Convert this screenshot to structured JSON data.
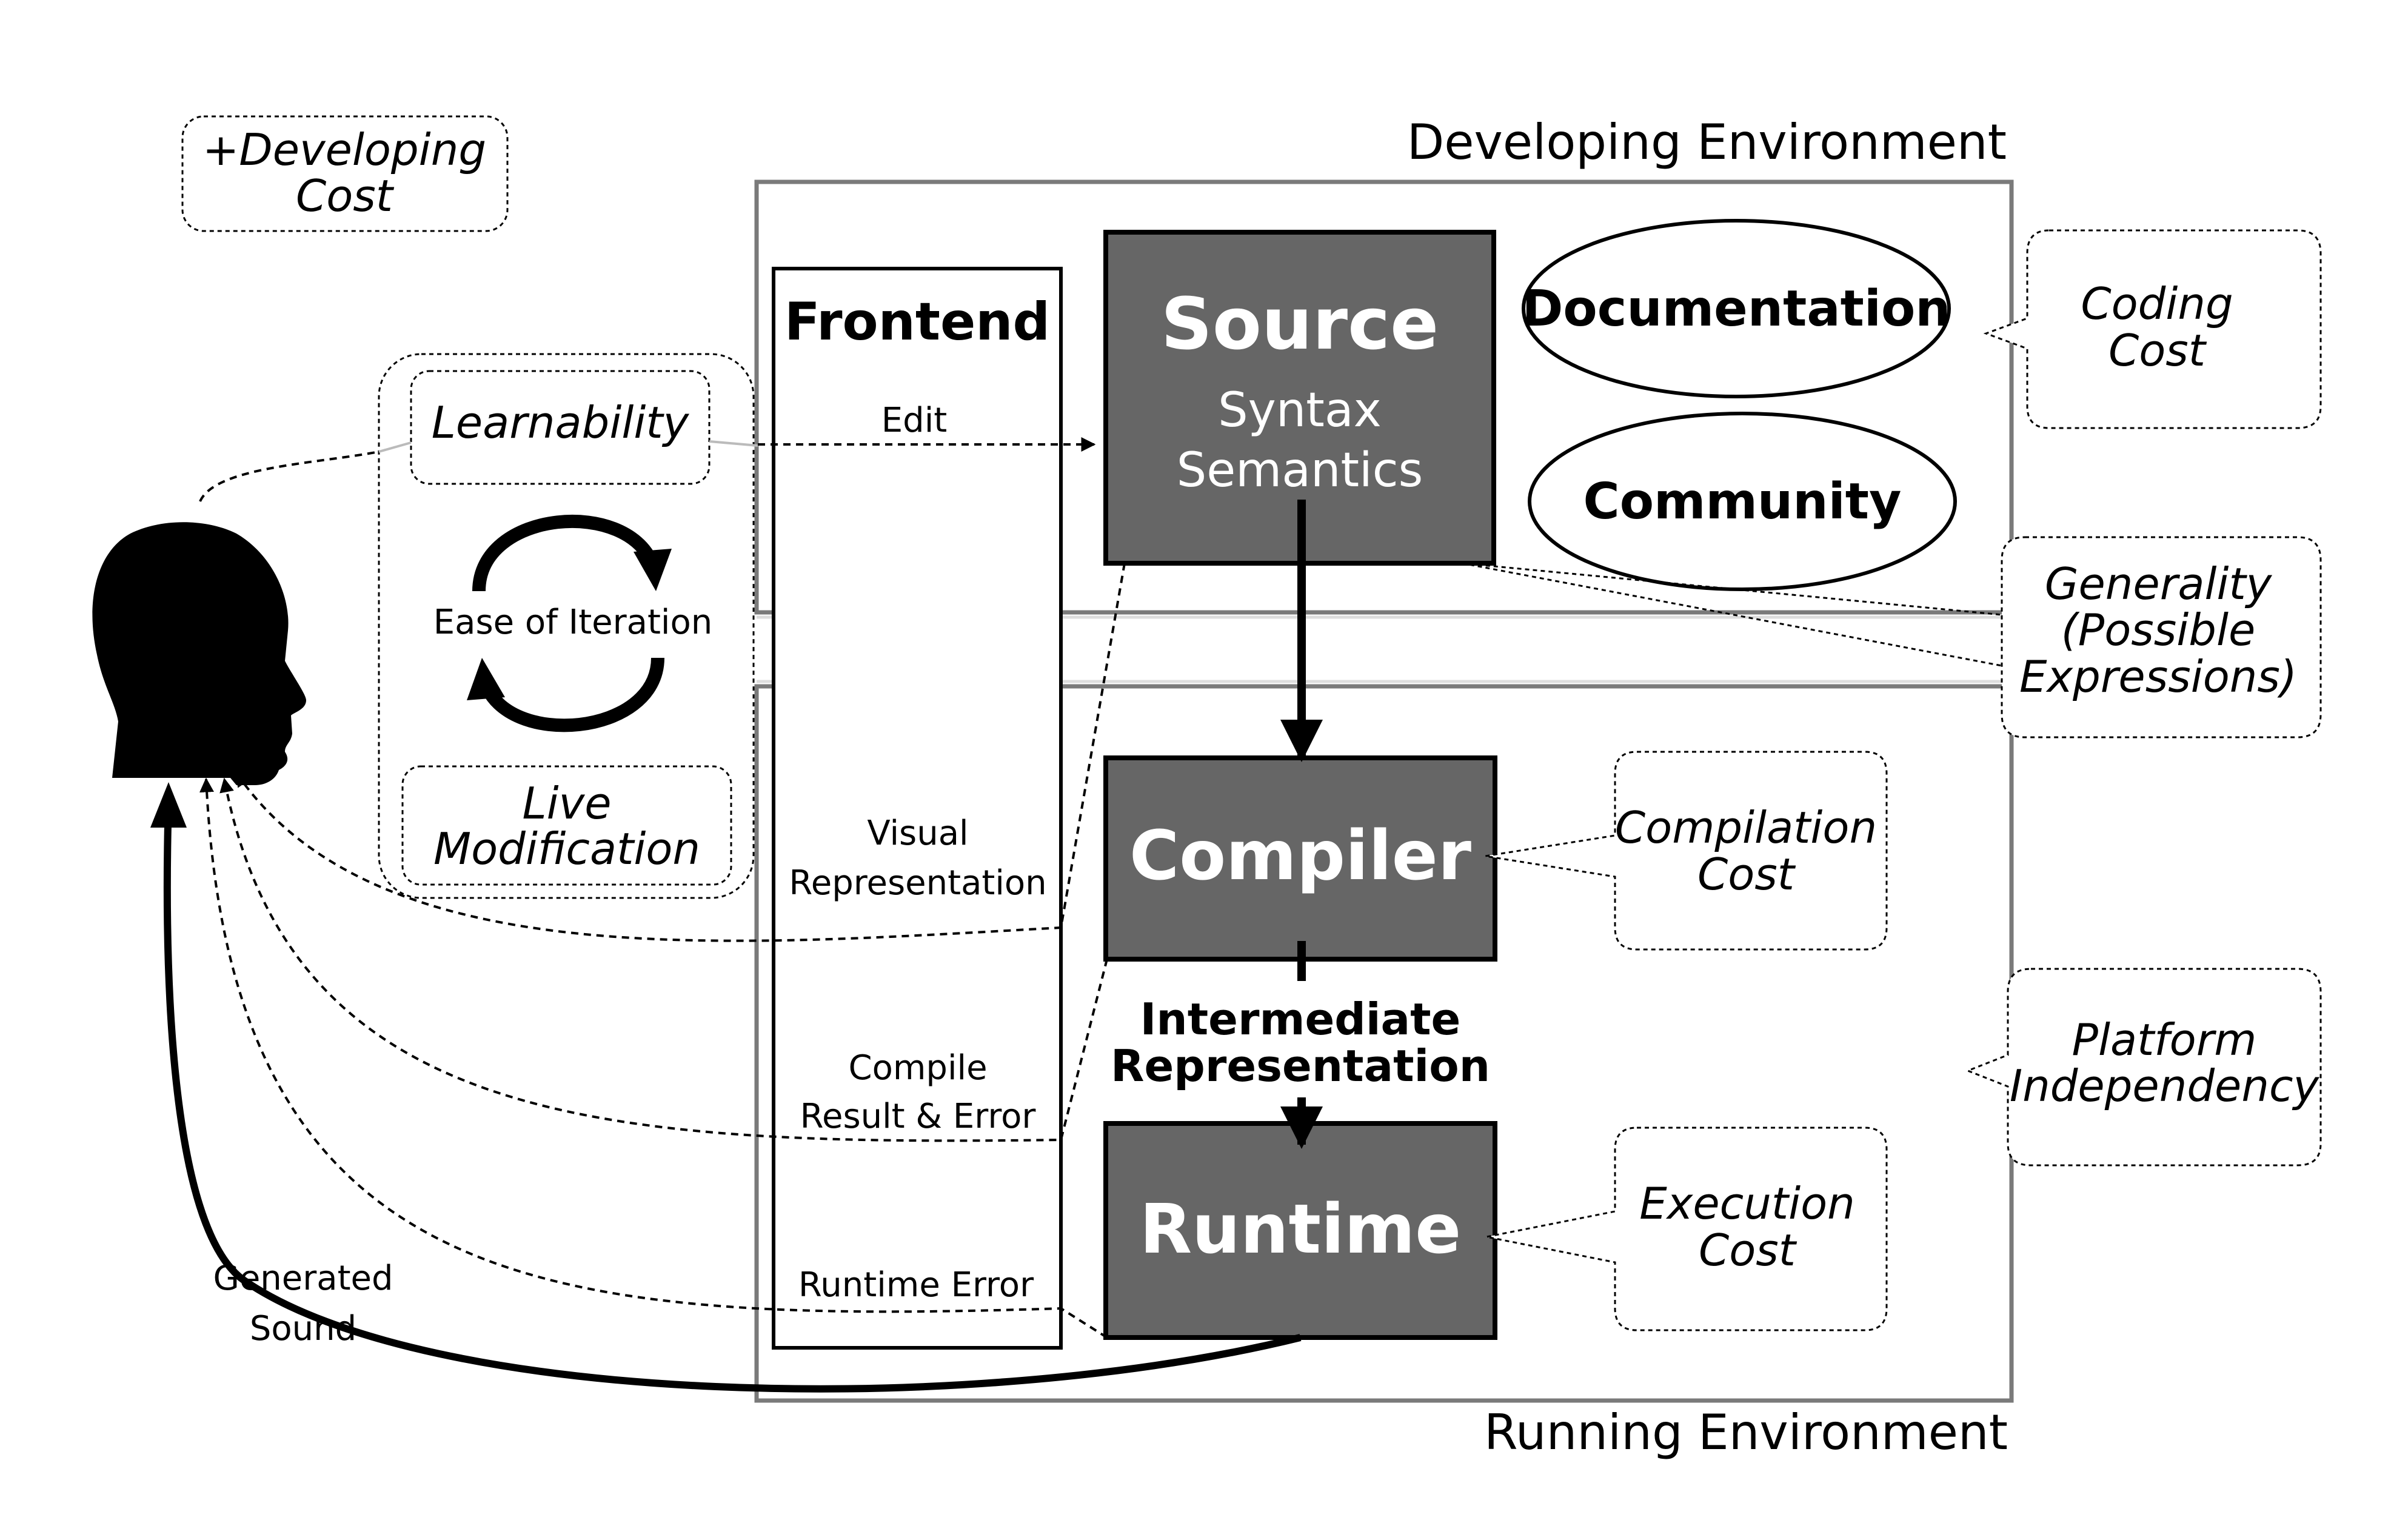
{
  "environments": {
    "developing": "Developing Environment",
    "running": "Running Environment"
  },
  "frontend": {
    "title": "Frontend",
    "edit": "Edit",
    "visual_line1": "Visual",
    "visual_line2": "Representation",
    "compile_line1": "Compile",
    "compile_line2": "Result & Error",
    "runtime_error": "Runtime Error"
  },
  "source": {
    "title": "Source",
    "line1": "Syntax",
    "line2": "Semantics"
  },
  "compiler": {
    "title": "Compiler"
  },
  "intermediate": {
    "line1": "Intermediate",
    "line2": "Representation"
  },
  "runtime": {
    "title": "Runtime"
  },
  "documentation": "Documentation",
  "community": "Community",
  "costs": {
    "developing_line1": "+Developing",
    "developing_line2": "Cost",
    "coding_line1": "Coding",
    "coding_line2": "Cost",
    "generality_line1": "Generality",
    "generality_line2": "(Possible",
    "generality_line3": "Expressions)",
    "compilation_line1": "Compilation",
    "compilation_line2": "Cost",
    "platform_line1": "Platform",
    "platform_line2": "Independency",
    "execution_line1": "Execution",
    "execution_line2": "Cost"
  },
  "human": {
    "learnability": "Learnability",
    "ease_of_iteration": "Ease of Iteration",
    "live_line1": "Live",
    "live_line2": "Modification",
    "generated_line1": "Generated",
    "generated_line2": "Sound"
  },
  "colors": {
    "box_fill": "#666666",
    "frame": "#7a7a7a",
    "ink": "#000000",
    "paper": "#ffffff"
  }
}
